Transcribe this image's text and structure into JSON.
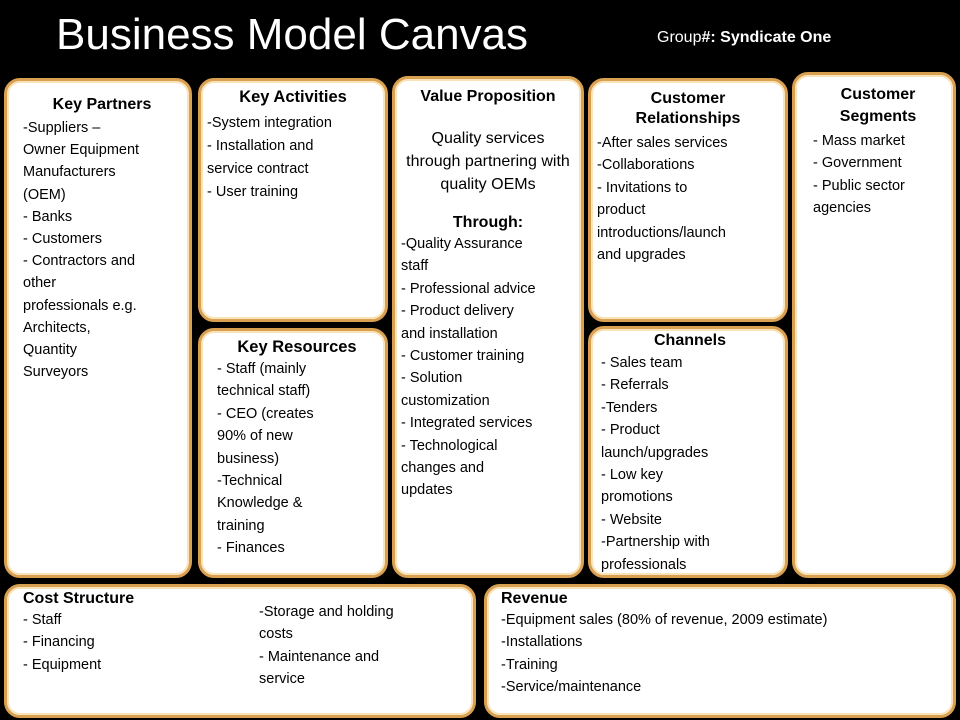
{
  "header": {
    "title": "Business Model Canvas",
    "group_prefix": "Group",
    "group_value": "#: Syndicate One"
  },
  "key_partners": {
    "title": "Key Partners",
    "items": [
      "-Suppliers –",
      "Owner Equipment",
      "Manufacturers",
      "(OEM)",
      "- Banks",
      "- Customers",
      "- Contractors and",
      "other",
      "professionals e.g.",
      "Architects,",
      "Quantity",
      "Surveyors"
    ]
  },
  "key_activities": {
    "title": "Key Activities",
    "items": [
      "-System integration",
      "- Installation and",
      "service contract",
      "- User training"
    ]
  },
  "key_resources": {
    "title": "Key Resources",
    "items": [
      "- Staff (mainly",
      "technical staff)",
      "- CEO (creates",
      "90% of new",
      "business)",
      "-Technical",
      "Knowledge &",
      "training",
      "- Finances"
    ]
  },
  "value_proposition": {
    "title": "Value Proposition",
    "main": "Quality services through partnering with quality OEMs",
    "through": "Through:",
    "items": [
      "-Quality Assurance",
      "staff",
      "- Professional advice",
      "- Product delivery",
      "and installation",
      "- Customer training",
      "- Solution",
      "customization",
      "- Integrated services",
      "- Technological",
      "changes and",
      "updates"
    ]
  },
  "customer_relationships": {
    "title_line1": "Customer",
    "title_line2": "Relationships",
    "items": [
      "-After sales services",
      "-Collaborations",
      "- Invitations to",
      "product",
      "introductions/launch",
      "and upgrades"
    ]
  },
  "channels": {
    "title": "Channels",
    "items": [
      "- Sales team",
      "- Referrals",
      "-Tenders",
      "- Product",
      "launch/upgrades",
      "- Low key",
      "promotions",
      "- Website",
      "-Partnership with",
      "professionals"
    ]
  },
  "customer_segments": {
    "title_line1": "Customer",
    "title_line2": "Segments",
    "items": [
      "-   Mass market",
      "-   Government",
      "-   Public sector",
      "agencies"
    ]
  },
  "cost_structure": {
    "title": "Cost Structure",
    "items_left": [
      "- Staff",
      "- Financing",
      "- Equipment"
    ],
    "items_right": [
      "-Storage and holding",
      "costs",
      "- Maintenance and",
      "service"
    ]
  },
  "revenue": {
    "title": "Revenue",
    "items": [
      "-Equipment sales (80% of revenue, 2009 estimate)",
      "-Installations",
      "-Training",
      "-Service/maintenance"
    ]
  },
  "colors": {
    "background": "#000000",
    "box_border": "#d8a050",
    "box_fill": "#ffffff"
  }
}
